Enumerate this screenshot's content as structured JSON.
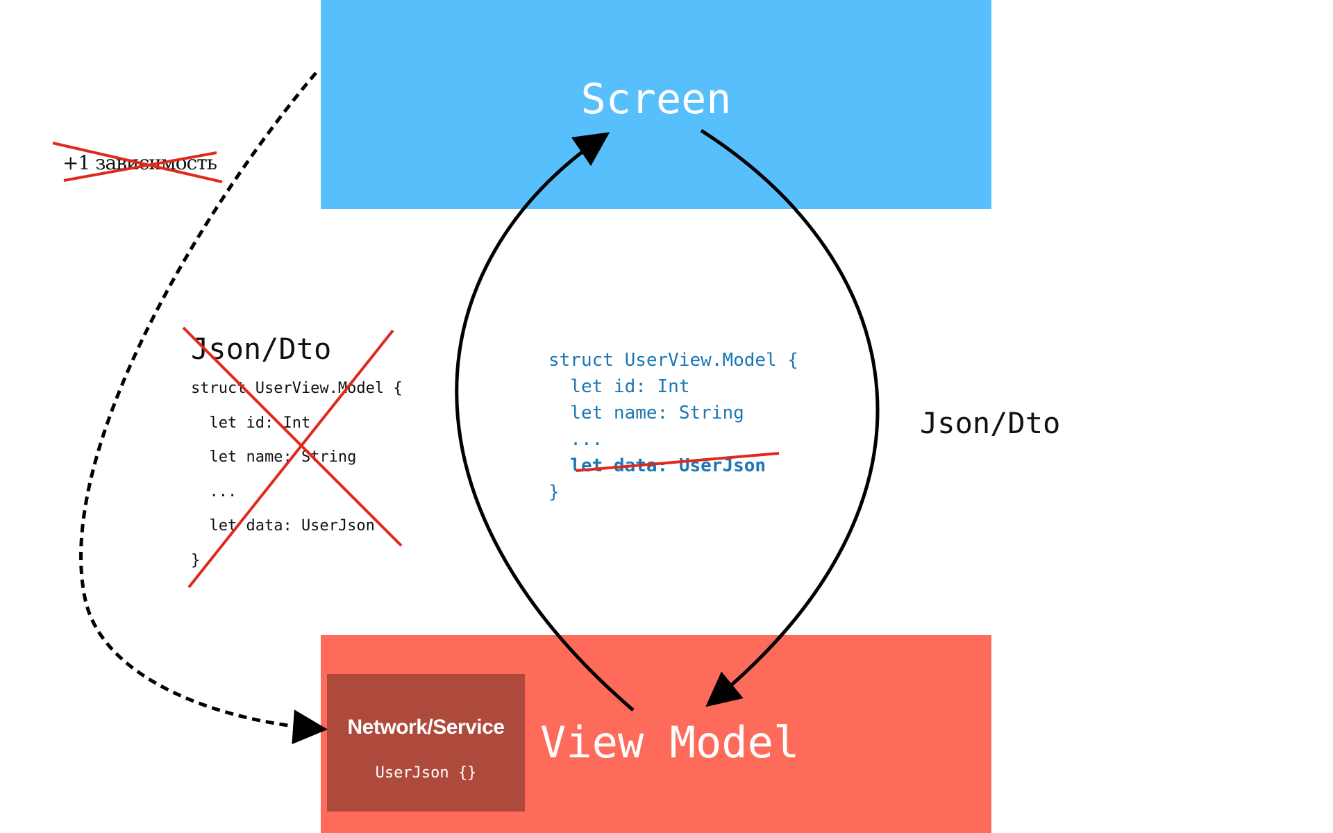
{
  "screen": {
    "title": "Screen",
    "color": "#58bffd"
  },
  "view_model": {
    "title": "View Model",
    "color": "#fe6b5a",
    "service": {
      "title": "Network/Service",
      "subtitle": "UserJson {}",
      "color": "#ae4a3c"
    }
  },
  "dependency_note": {
    "label": "+1 зависимость",
    "struck_out": true
  },
  "left_code": {
    "heading": "Json/Dto",
    "struck_out": true,
    "lines": [
      "struct UserView.Model {",
      "  let id: Int",
      "  let name: String",
      "  ...",
      "  let data: UserJson",
      "}"
    ]
  },
  "middle_code": {
    "color": "#1a77b5",
    "lines": [
      "struct UserView.Model {",
      "  let id: Int",
      "  let name: String",
      "  ...",
      "  let data: UserJson",
      "}"
    ],
    "struck_line": "  let data: UserJson"
  },
  "right_label": "Json/Dto",
  "strike_color": "#e0281c"
}
